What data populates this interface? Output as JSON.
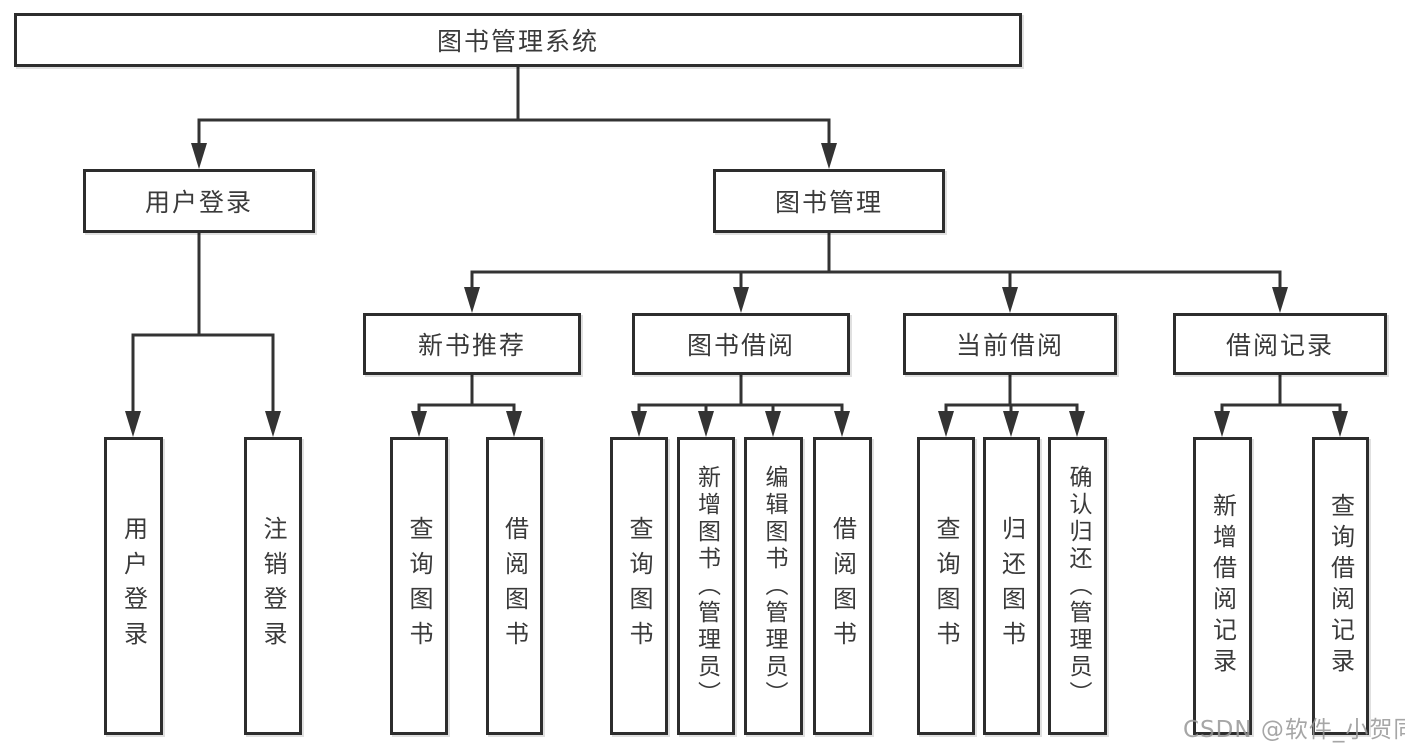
{
  "diagram": {
    "type": "hierarchy-tree",
    "title": "图书管理系统",
    "tree": {
      "label": "图书管理系统",
      "children": [
        {
          "label": "用户登录",
          "children": [
            {
              "label": "用户登录"
            },
            {
              "label": "注销登录"
            }
          ]
        },
        {
          "label": "图书管理",
          "children": [
            {
              "label": "新书推荐",
              "children": [
                {
                  "label": "查询图书"
                },
                {
                  "label": "借阅图书"
                }
              ]
            },
            {
              "label": "图书借阅",
              "children": [
                {
                  "label": "查询图书"
                },
                {
                  "label": "新增图书（管理员）"
                },
                {
                  "label": "编辑图书（管理员）"
                },
                {
                  "label": "借阅图书"
                }
              ]
            },
            {
              "label": "当前借阅",
              "children": [
                {
                  "label": "查询图书"
                },
                {
                  "label": "归还图书"
                },
                {
                  "label": "确认归还（管理员）"
                }
              ]
            },
            {
              "label": "借阅记录",
              "children": [
                {
                  "label": "新增借阅记录"
                },
                {
                  "label": "查询借阅记录"
                }
              ]
            }
          ]
        }
      ]
    }
  },
  "watermark": {
    "text": "CSDN @软件_小贺同学"
  },
  "colors": {
    "line": "#333333",
    "box_border": "#2d2d2d",
    "box_fill": "#ffffff",
    "text": "#3a3a3a",
    "watermark": "#969696"
  }
}
